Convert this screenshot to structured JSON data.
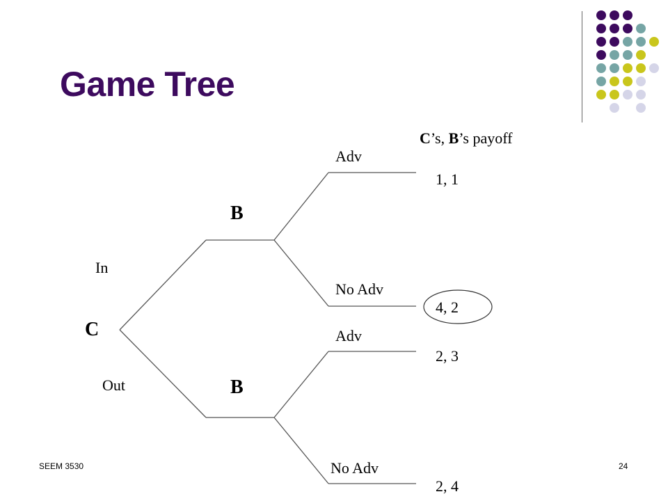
{
  "slide": {
    "title": "Game Tree",
    "footer_left": "SEEM 3530",
    "page_number": "24"
  },
  "palette": {
    "purple": "#3d0a5e",
    "teal": "#76a5a5",
    "olive": "#c9c61c",
    "lavender": "#d5d5e8"
  },
  "dots_grid": [
    [
      "purple",
      "purple",
      "purple",
      null,
      null
    ],
    [
      "purple",
      "purple",
      "purple",
      "teal",
      null
    ],
    [
      "purple",
      "purple",
      "teal",
      "teal",
      "olive"
    ],
    [
      "purple",
      "teal",
      "teal",
      "olive",
      null
    ],
    [
      "teal",
      "teal",
      "olive",
      "olive",
      "lavender"
    ],
    [
      "teal",
      "olive",
      "olive",
      "lavender",
      null
    ],
    [
      "olive",
      "olive",
      "lavender",
      "lavender",
      null
    ],
    [
      null,
      "lavender",
      null,
      "lavender",
      null
    ]
  ],
  "tree": {
    "root": "C",
    "node_b_top": "B",
    "node_b_bottom": "B",
    "edge_in": "In",
    "edge_out": "Out",
    "payoff_header_c": "C",
    "payoff_header_sep": "’s, ",
    "payoff_header_b": "B",
    "payoff_header_tail": "’s payoff",
    "branches": [
      {
        "action": "Adv",
        "payoff": "1, 1"
      },
      {
        "action": "No Adv",
        "payoff": "4, 2",
        "highlighted": true
      },
      {
        "action": "Adv",
        "payoff": "2, 3"
      },
      {
        "action": "No Adv",
        "payoff": "2, 4"
      }
    ]
  }
}
